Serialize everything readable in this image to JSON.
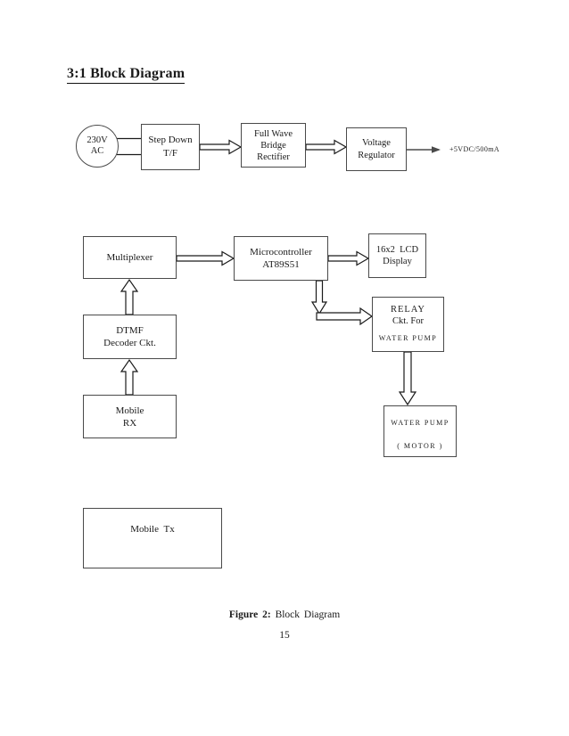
{
  "page": {
    "title": "3:1 Block Diagram",
    "caption_label": "Figure 2:",
    "caption_text": " Block Diagram",
    "page_number": "15"
  },
  "diagram": {
    "ac_source": {
      "line1": "230V",
      "line2": "AC"
    },
    "step_down": {
      "line1": "Step Down",
      "line2": "T/F"
    },
    "rectifier": {
      "line1": "Full Wave",
      "line2": "Bridge",
      "line3": "Rectifier"
    },
    "regulator": {
      "line1": "Voltage",
      "line2": "Regulator"
    },
    "output_label": "+5VDC/500mA",
    "multiplexer": {
      "line1": "Multiplexer"
    },
    "microcontroller": {
      "line1": "Microcontroller",
      "line2": "AT89S51"
    },
    "lcd": {
      "line1": "16x2  LCD",
      "line2": "Display"
    },
    "relay": {
      "line1": "RELAY",
      "line2": "Ckt. For",
      "line3": "WATER PUMP"
    },
    "dtmf": {
      "line1": "DTMF",
      "line2": "Decoder Ckt."
    },
    "mobile_rx": {
      "line1": "Mobile",
      "line2": "RX"
    },
    "water_pump": {
      "line1": "WATER PUMP",
      "line2": "( MOTOR )"
    },
    "mobile_tx": {
      "line1": "Mobile Tx"
    }
  },
  "colors": {
    "box_border": "#4a4a4a",
    "arrow_stroke": "#1a1a1a",
    "text": "#1a1a1a"
  }
}
